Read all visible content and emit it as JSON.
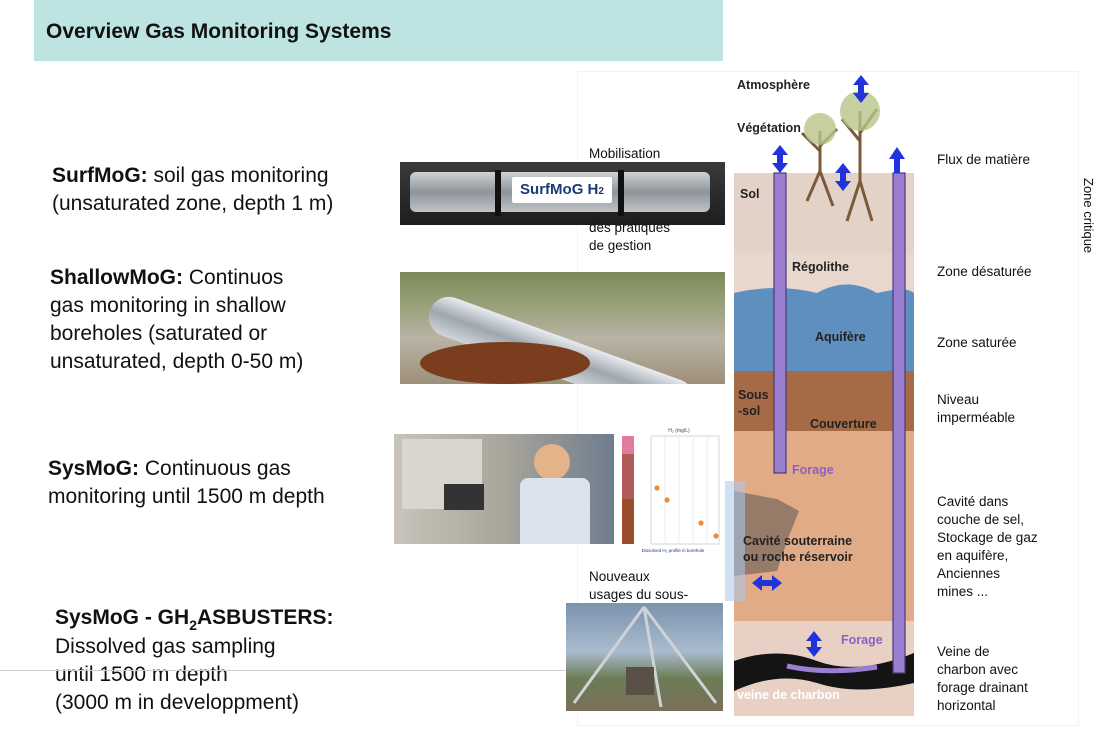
{
  "header": {
    "title": "Overview Gas Monitoring Systems"
  },
  "systems": [
    {
      "name": "SurfMoG:",
      "line1": " soil gas monitoring",
      "line2": "(unsaturated zone, depth 1 m)"
    },
    {
      "name": "ShallowMoG:",
      "line1": " Continuos",
      "line2": "gas monitoring in shallow",
      "line3": "boreholes (saturated or",
      "line4": "unsaturated, depth 0-50 m)"
    },
    {
      "name": "SysMoG:",
      "line1": " Continuous gas",
      "line2": "monitoring until 1500 m depth"
    },
    {
      "name_a": "SysMoG - GH",
      "name_sub": "2",
      "name_b": "ASBUSTERS:",
      "line1": "Dissolved gas sampling",
      "line2": "until 1500 m depth",
      "line3": "(3000 m in developpment)"
    }
  ],
  "device_label": {
    "text": "SurfMoG H",
    "sub": "2"
  },
  "mini_chart": {
    "xlabel": "H₂ (mg/L)",
    "caption": "Dissolved H₂ profile in borehole"
  },
  "diagram": {
    "top_labels": {
      "atmosphere": "Atmosphère",
      "vegetation": "Végétation"
    },
    "left_texts": {
      "mobilisation": "Mobilisation",
      "pratiques_1": "des pratiques",
      "pratiques_2": "de gestion",
      "nouveaux_1": "Nouveaux",
      "nouveaux_2": "usages du sous-"
    },
    "layers": {
      "sol": "Sol",
      "regolithe": "Régolithe",
      "aquifere": "Aquifère",
      "sous_sol_1": "Sous",
      "sous_sol_2": "-sol",
      "couverture": "Couverture",
      "forage1": "Forage",
      "cavite_1": "Cavité souterraine",
      "cavite_2": "ou roche réservoir",
      "forage2": "Forage",
      "veine": "veine de charbon"
    },
    "right_texts": {
      "flux": "Flux de matière",
      "desaturee": "Zone désaturée",
      "saturee": "Zone saturée",
      "niveau_1": "Niveau",
      "niveau_2": "imperméable",
      "cavite_1": "Cavité dans",
      "cavite_2": "couche de sel,",
      "cavite_3": "Stockage de gaz",
      "cavite_4": "en aquifère,",
      "cavite_5": "Anciennes",
      "cavite_6": "mines ...",
      "veine_1": "Veine de",
      "veine_2": "charbon avec",
      "veine_3": "forage drainant",
      "veine_4": "horizontal"
    },
    "zone_critique": "Zone critique"
  },
  "colors": {
    "header_bg": "#bde3e3",
    "pipe": "#9a7fd0",
    "arrow": "#2233dd"
  }
}
